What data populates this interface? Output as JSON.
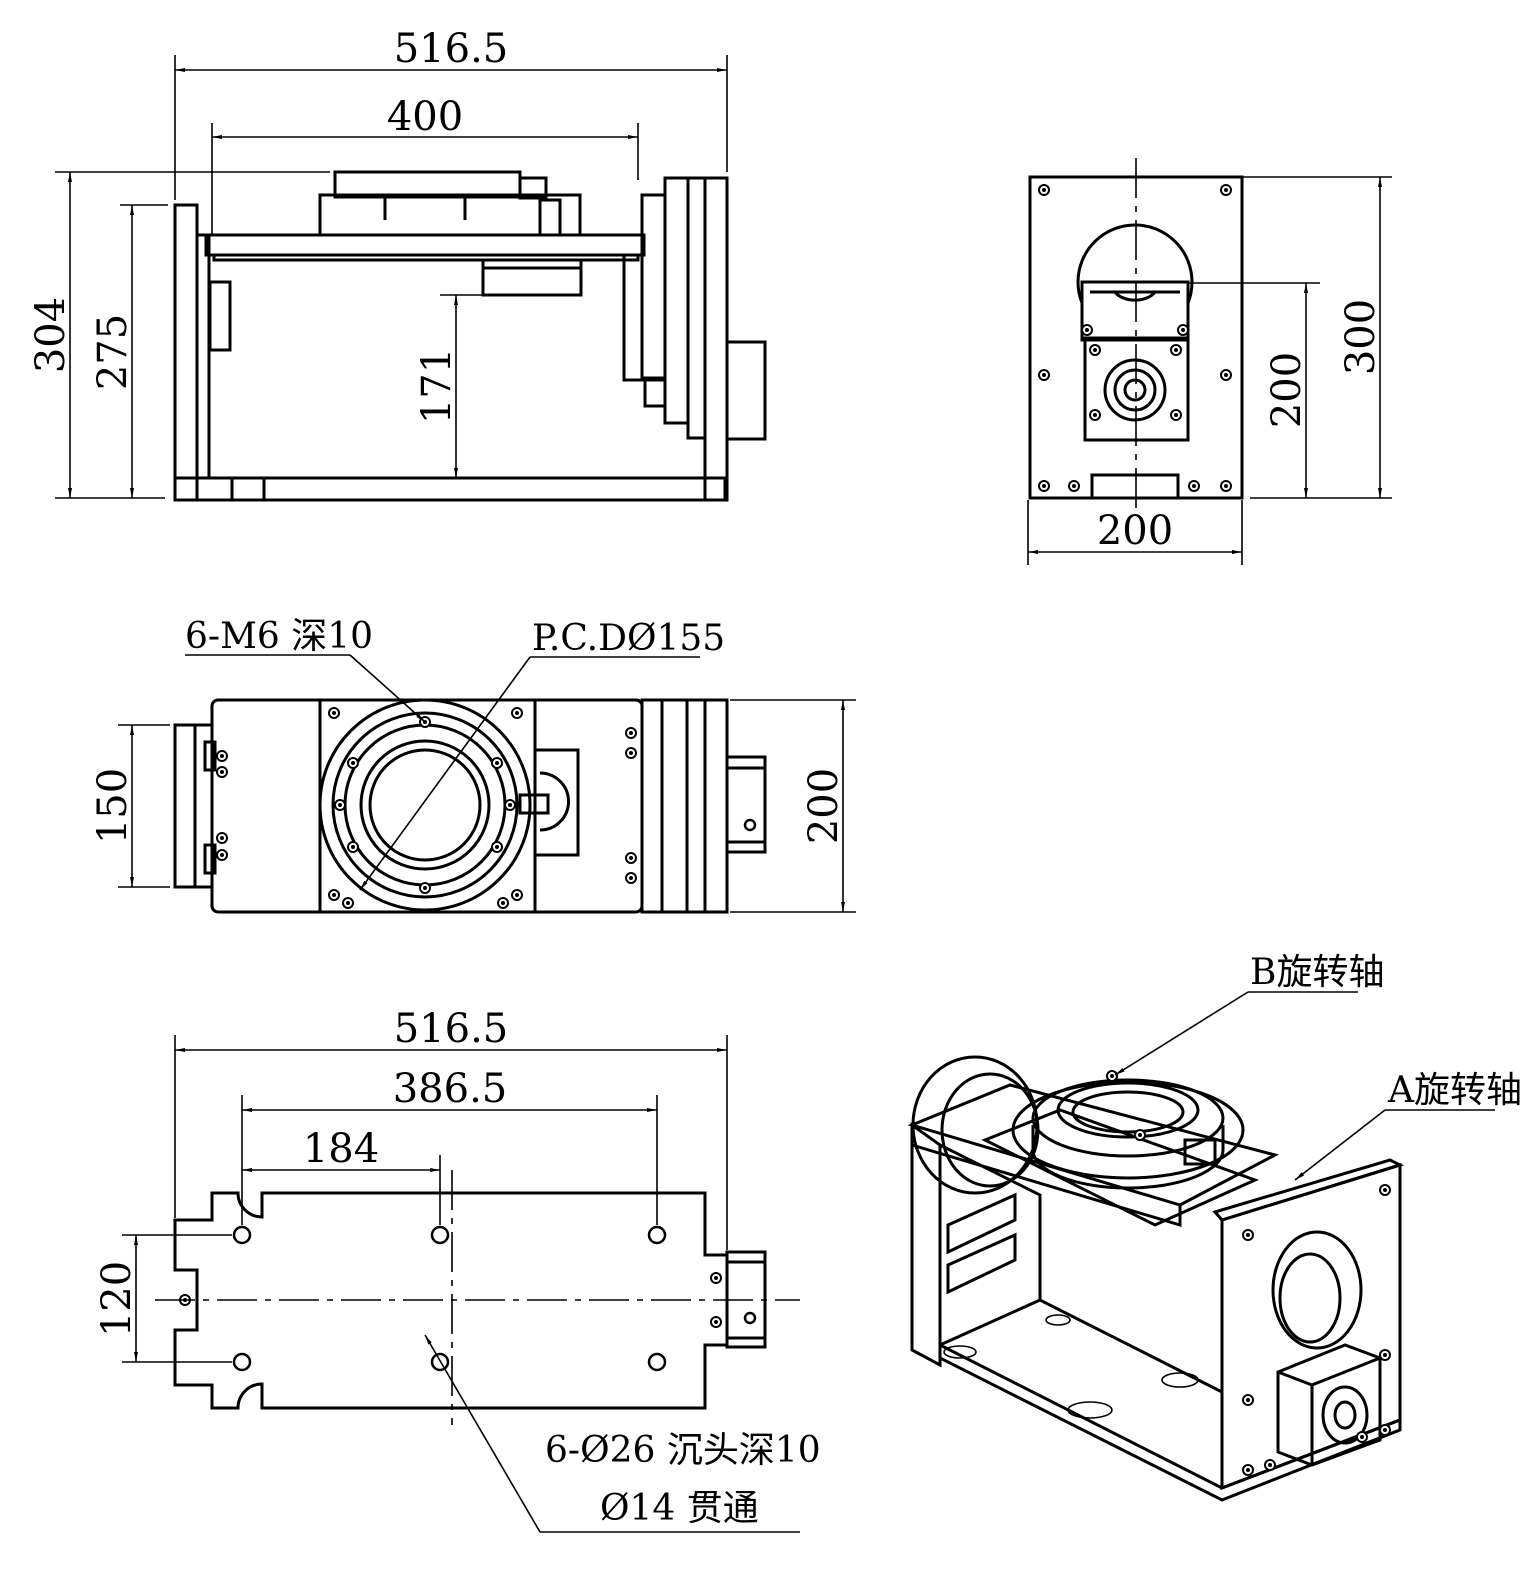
{
  "front_view": {
    "dim_overall_width": "516.5",
    "dim_table_width": "400",
    "dim_total_height": "304",
    "dim_frame_height": "275",
    "dim_center_height": "171"
  },
  "side_view": {
    "dim_height": "300",
    "dim_axis_height": "200",
    "dim_width": "200"
  },
  "top_view": {
    "callout_tapped_holes": "6-M6 深10",
    "callout_pcd": "P.C.DØ155",
    "dim_left_width": "150",
    "dim_right_width": "200"
  },
  "bottom_view": {
    "dim_overall_width": "516.5",
    "dim_hole_span": "386.5",
    "dim_hole_offset": "184",
    "dim_hole_spacing": "120",
    "callout_counterbore": "6-Ø26 沉头深10",
    "callout_through": "Ø14 贯通"
  },
  "iso_view": {
    "label_b_axis": "B旋转轴",
    "label_a_axis": "A旋转轴"
  }
}
